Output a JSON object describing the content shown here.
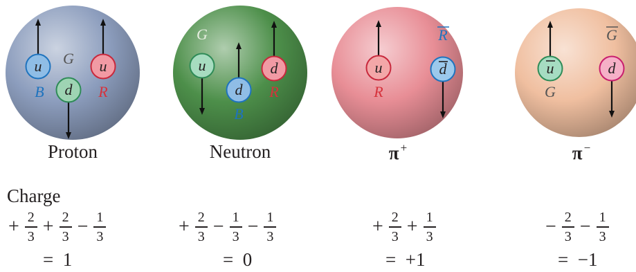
{
  "particles": [
    {
      "name": "Proton",
      "pi": null,
      "sup": null,
      "ball_color": "#8c9dbd",
      "quarks": [
        {
          "flavor": "u",
          "bar": false,
          "color": "#8fbde6",
          "stroke": "#1e73be",
          "spin": "up"
        },
        {
          "flavor": "d",
          "bar": false,
          "color": "#9ed4b3",
          "stroke": "#2e8b57",
          "spin": "down"
        },
        {
          "flavor": "u",
          "bar": false,
          "color": "#f19aa4",
          "stroke": "#c8283c",
          "spin": "up"
        }
      ],
      "color_labels": [
        {
          "text": "B",
          "bar": false,
          "color": "#1e73be"
        },
        {
          "text": "G",
          "bar": false,
          "color": "#555555"
        },
        {
          "text": "R",
          "bar": false,
          "color": "#d6323c"
        }
      ],
      "charge": {
        "terms": [
          {
            "sign": "+",
            "num": "2",
            "den": "3"
          },
          {
            "sign": "+",
            "num": "2",
            "den": "3"
          },
          {
            "sign": "−",
            "num": "1",
            "den": "3"
          }
        ],
        "result": "=  1"
      }
    },
    {
      "name": "Neutron",
      "pi": null,
      "sup": null,
      "ball_color": "#4d8f4a",
      "quarks": [
        {
          "flavor": "u",
          "bar": false,
          "color": "#a7dcc0",
          "stroke": "#2e8b57",
          "spin": "down"
        },
        {
          "flavor": "d",
          "bar": false,
          "color": "#8fbde6",
          "stroke": "#1e73be",
          "spin": "up"
        },
        {
          "flavor": "d",
          "bar": false,
          "color": "#f19aa4",
          "stroke": "#c8283c",
          "spin": "up"
        }
      ],
      "color_labels": [
        {
          "text": "G",
          "bar": false,
          "color": "#e6eee0"
        },
        {
          "text": "B",
          "bar": false,
          "color": "#1e73be"
        },
        {
          "text": "R",
          "bar": false,
          "color": "#d6323c"
        }
      ],
      "charge": {
        "terms": [
          {
            "sign": "+",
            "num": "2",
            "den": "3"
          },
          {
            "sign": "−",
            "num": "1",
            "den": "3"
          },
          {
            "sign": "−",
            "num": "1",
            "den": "3"
          }
        ],
        "result": "=  0"
      }
    },
    {
      "name": "",
      "pi": "π",
      "sup": "+",
      "ball_color": "#e88e96",
      "quarks": [
        {
          "flavor": "u",
          "bar": false,
          "color": "#f3a7a8",
          "stroke": "#c8283c",
          "spin": "up"
        },
        {
          "flavor": "d",
          "bar": true,
          "color": "#9cc9ec",
          "stroke": "#1e73be",
          "spin": "down"
        }
      ],
      "color_labels": [
        {
          "text": "R",
          "bar": false,
          "color": "#d6323c"
        },
        {
          "text": "R",
          "bar": true,
          "color": "#1e73be"
        }
      ],
      "charge": {
        "terms": [
          {
            "sign": "+",
            "num": "2",
            "den": "3"
          },
          {
            "sign": "+",
            "num": "1",
            "den": "3"
          }
        ],
        "result": "=  +1"
      }
    },
    {
      "name": "",
      "pi": "π",
      "sup": "−",
      "ball_color": "#f0bfa0",
      "quarks": [
        {
          "flavor": "u",
          "bar": true,
          "color": "#a6dcc2",
          "stroke": "#2e8b57",
          "spin": "up"
        },
        {
          "flavor": "d",
          "bar": false,
          "color": "#f6b0c7",
          "stroke": "#c81e6e",
          "spin": "down"
        }
      ],
      "color_labels": [
        {
          "text": "G",
          "bar": false,
          "color": "#555555"
        },
        {
          "text": "G",
          "bar": true,
          "color": "#555555"
        }
      ],
      "charge": {
        "terms": [
          {
            "sign": "−",
            "num": "2",
            "den": "3"
          },
          {
            "sign": "−",
            "num": "1",
            "den": "3"
          }
        ],
        "result": "=  −1"
      }
    }
  ],
  "charge_heading": "Charge"
}
